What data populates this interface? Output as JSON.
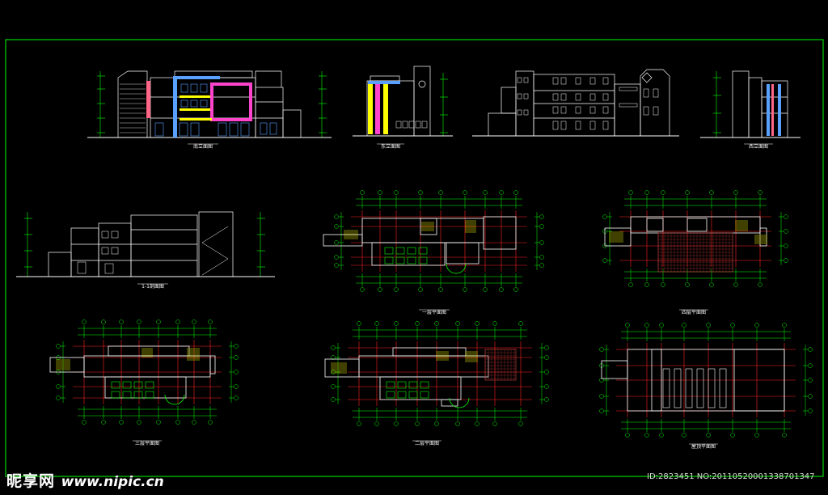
{
  "colors": {
    "background": "#000000",
    "frame": "#00ff00",
    "line": "#ffffff",
    "grid": "#ff0000",
    "dims": "#00ff00",
    "accent_magenta": "#ff44cc",
    "accent_yellow": "#ffff00",
    "accent_blue": "#5aa0ff",
    "accent_pink": "#ff6688"
  },
  "views": {
    "elevation_front": {
      "title": "南立面图"
    },
    "elevation_side_a": {
      "title": "东立面图"
    },
    "elevation_side_b": {
      "title": "西立面图"
    },
    "section": {
      "title": "1-1剖面图"
    },
    "plan_1": {
      "title": "一层平面图"
    },
    "plan_2": {
      "title": "二层平面图"
    },
    "plan_3": {
      "title": "三层平面图"
    },
    "plan_4": {
      "title": "四层平面图"
    },
    "plan_roof": {
      "title": "屋顶平面图"
    }
  },
  "watermark": {
    "site": "昵享网",
    "url": "www.nipic.cn",
    "id_text": "ID:2823451 NO:20110520001338701347"
  }
}
